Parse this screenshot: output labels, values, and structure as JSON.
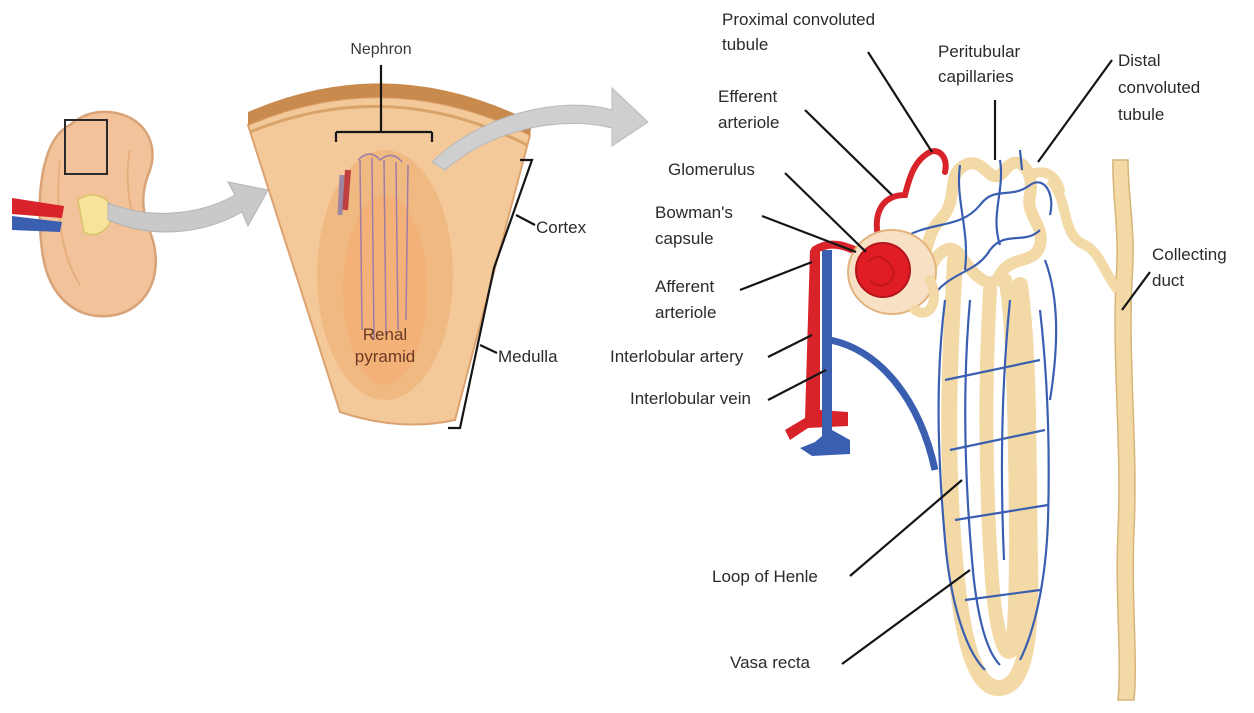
{
  "colors": {
    "kidney_fill": "#f2c39b",
    "kidney_outline": "#d9a277",
    "cortex_band": "#c98a4e",
    "pyramid": "#efb77e",
    "arrow": "#c9c9c9",
    "artery": "#d8232a",
    "vein": "#3b5fb0",
    "tubule": "#f3d9a6",
    "tubule_outline": "#d7b478",
    "glomerulus": "#e01d24"
  },
  "labels": {
    "nephron": "Nephron",
    "cortex": "Cortex",
    "medulla": "Medulla",
    "renal_pyramid": [
      "Renal",
      "pyramid"
    ],
    "proximal_convoluted_tubule": [
      "Proximal convoluted",
      "tubule"
    ],
    "peritubular_capillaries": [
      "Peritubular",
      "capillaries"
    ],
    "distal_convoluted_tubule": [
      "Distal",
      "convoluted",
      "tubule"
    ],
    "efferent_arteriole": [
      "Efferent",
      "arteriole"
    ],
    "glomerulus": "Glomerulus",
    "bowmans_capsule": [
      "Bowman's",
      "capsule"
    ],
    "afferent_arteriole": [
      "Afferent",
      "arteriole"
    ],
    "interlobular_artery": "Interlobular artery",
    "interlobular_vein": "Interlobular vein",
    "collecting_duct": [
      "Collecting",
      "duct"
    ],
    "loop_of_henle": "Loop of Henle",
    "vasa_recta": "Vasa recta"
  }
}
